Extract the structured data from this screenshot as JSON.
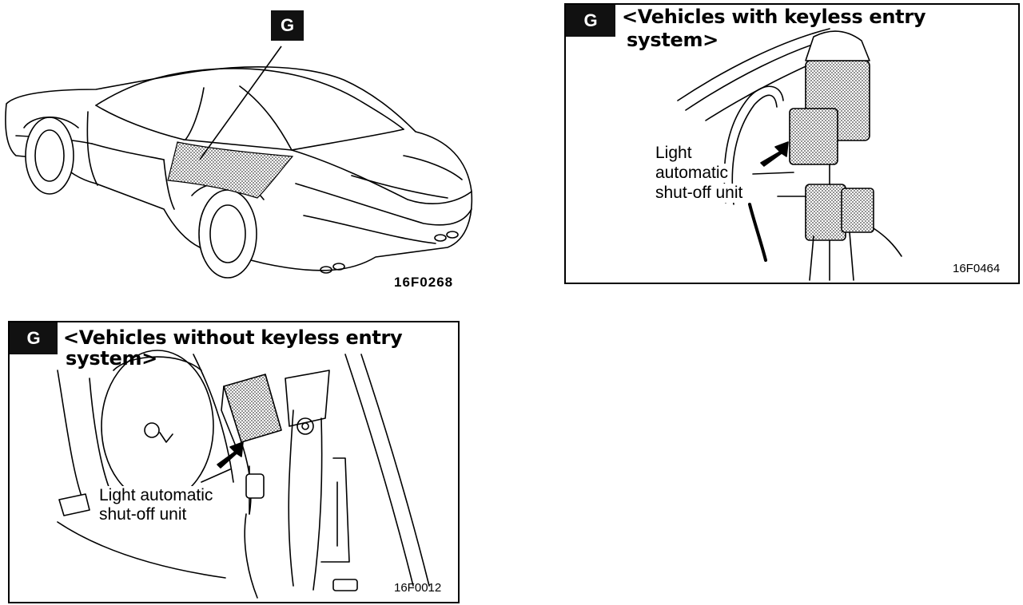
{
  "overview": {
    "badge": "G",
    "figure_code": "16F0268"
  },
  "panel_keyless": {
    "badge": "G",
    "title_line1": "<Vehicles with keyless entry",
    "title_line2": "system>",
    "label_line1": "Light",
    "label_line2": "automatic",
    "label_line3": "shut-off unit",
    "figure_code": "16F0464"
  },
  "panel_no_keyless": {
    "badge": "G",
    "title_line1": "<Vehicles without keyless entry",
    "title_line2": "system>",
    "label_line1": "Light automatic",
    "label_line2": "shut-off unit",
    "figure_code": "16F0012"
  },
  "colors": {
    "ink": "#000000",
    "badge_bg": "#111111",
    "hatch": "#555555"
  }
}
